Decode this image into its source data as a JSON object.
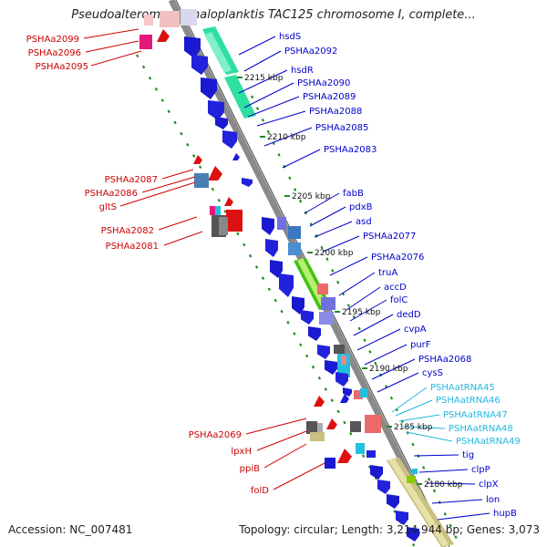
{
  "title": "Pseudoalteromonas haloplanktis TAC125 chromosome I, complete...",
  "footer": {
    "accession_label": "Accession:",
    "accession": "NC_007481",
    "topology_label": "Topology:",
    "topology": "circular;",
    "length_label": "Length:",
    "length": "3,214,944 bp;",
    "genes_label": "Genes:",
    "genes": "3,073"
  },
  "colors": {
    "left_labels": "#cc0000",
    "right_labels": "#0000cc",
    "rna_labels": "#22b8e0",
    "backbone": "#8a8a8a",
    "ticks": "#228b22"
  },
  "scale_ticks": [
    "2215 kbp",
    "2210 kbp",
    "2205 kbp",
    "2200 kbp",
    "2195 kbp",
    "2190 kbp",
    "2185 kbp",
    "2180 kbp"
  ],
  "left_genes": [
    "PSHAa2099",
    "PSHAa2096",
    "PSHAa2095",
    "PSHAa2087",
    "PSHAa2086",
    "gltS",
    "PSHAa2082",
    "PSHAa2081",
    "PSHAa2069",
    "lpxH",
    "ppiB",
    "folD"
  ],
  "right_genes": [
    "hsdS",
    "PSHAa2092",
    "hsdR",
    "PSHAa2090",
    "PSHAa2089",
    "PSHAa2088",
    "PSHAa2085",
    "PSHAa2083",
    "fabB",
    "pdxB",
    "asd",
    "PSHAa2077",
    "PSHAa2076",
    "truA",
    "accD",
    "folC",
    "dedD",
    "cvpA",
    "purF",
    "PSHAa2068",
    "cysS"
  ],
  "rna_genes": [
    "PSHAatRNA45",
    "PSHAatRNA46",
    "PSHAatRNA47",
    "PSHAatRNA48",
    "PSHAatRNA49"
  ],
  "right_genes_bottom": [
    "tig",
    "clpP",
    "clpX",
    "lon",
    "hupB"
  ]
}
